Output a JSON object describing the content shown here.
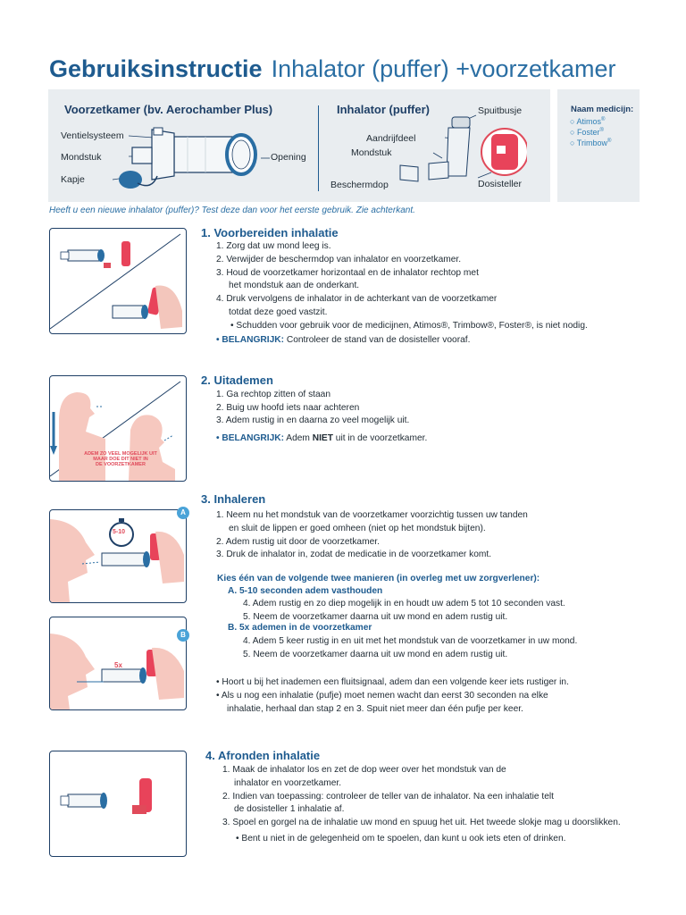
{
  "header": {
    "title_bold": "Gebruiksinstructie",
    "title_rest": "Inhalator (puffer) +voorzetkamer"
  },
  "legend": {
    "left_heading": "Voorzetkamer (bv. Aerochamber Plus)",
    "left_labels": [
      "Ventielsysteem",
      "Mondstuk",
      "Kapje",
      "Opening"
    ],
    "right_heading": "Inhalator (puffer)",
    "right_labels": [
      "Spuitbusje",
      "Aandrijfdeel",
      "Mondstuk",
      "Beschermdop",
      "Dosisteller"
    ],
    "med_title": "Naam medicijn:",
    "medicines": [
      "Atimos",
      "Foster",
      "Trimbow"
    ],
    "reg": "®"
  },
  "intro_note": "Heeft u een nieuwe inhalator (puffer)? Test deze dan voor het eerste gebruik. Zie achterkant.",
  "step1": {
    "title": "1. Voorbereiden inhalatie",
    "items": [
      "1.  Zorg dat uw mond leeg is.",
      "2.  Verwijder de beschermdop van inhalator en voorzetkamer.",
      "3.  Houd de voorzetkamer horizontaal en de inhalator rechtop met",
      "het mondstuk aan de onderkant.",
      "4.  Druk vervolgens de inhalator in de achterkant van de voorzetkamer",
      "totdat deze goed vastzit."
    ],
    "bullet": "Schudden voor gebruik voor de medicijnen, Atimos®, Trimbow®, Foster®, is niet nodig.",
    "important_label": "• BELANGRIJK:",
    "important_text": " Controleer de stand van de dosisteller vooraf."
  },
  "step2": {
    "title": "2. Uitademen",
    "items": [
      "1.   Ga rechtop zitten of staan",
      "2.   Buig uw hoofd iets naar achteren",
      "3.   Adem rustig in en daarna zo veel mogelijk uit."
    ],
    "important_label": "• BELANGRIJK:",
    "important_pre": " Adem ",
    "important_bold": "NIET",
    "important_post": " uit in de voorzetkamer.",
    "image_text": [
      "ADEM ZO VEEL MOGELIJK UIT",
      "MAAR DOE DIT NIET IN",
      "DE VOORZETKAMER"
    ]
  },
  "step3": {
    "title": "3. Inhaleren",
    "badge_a": "A",
    "badge_b": "B",
    "timer_label": "5-10",
    "times_label": "5x",
    "items": [
      "1.  Neem nu het mondstuk van de voorzetkamer voorzichtig tussen uw tanden",
      "en sluit de lippen er goed omheen (niet op het mondstuk bijten).",
      "2.  Adem rustig uit door de voorzetkamer.",
      "3.  Druk de inhalator in, zodat de medicatie in de voorzetkamer komt."
    ],
    "choice_heading": "Kies één van de volgende twee manieren (in overleg met uw zorgverlener):",
    "option_a": {
      "label": "A.   5-10 seconden adem vasthouden",
      "items": [
        "4.   Adem rustig en zo diep mogelijk in en houdt uw adem 5 tot 10 seconden vast.",
        "5.   Neem de voorzetkamer daarna uit uw mond en adem rustig uit."
      ]
    },
    "option_b": {
      "label": "B.   5x ademen in de voorzetkamer",
      "items": [
        "4.   Adem 5 keer rustig in en uit met het mondstuk van de voorzetkamer in uw mond.",
        "5.   Neem de voorzetkamer daarna uit uw mond en adem rustig uit."
      ]
    },
    "bullets": [
      "Hoort u bij het inademen een fluitsignaal, adem dan een volgende keer iets rustiger in.",
      "Als u nog een inhalatie (pufje) moet nemen wacht dan eerst 30 seconden na elke",
      "inhalatie, herhaal dan stap 2 en 3. Spuit niet meer dan één pufje per keer."
    ]
  },
  "step4": {
    "title": "4. Afronden inhalatie",
    "items": [
      "1.  Maak de inhalator los en zet de dop weer over het mondstuk van de",
      "inhalator en voorzetkamer.",
      "2.  Indien van toepassing: controleer de teller van de inhalator. Na een inhalatie telt",
      "de dosisteller 1 inhalatie af.",
      "3.  Spoel en gorgel na de inhalatie uw mond en spuug het uit. Het tweede slokje mag u doorslikken."
    ],
    "bullet": "Bent u niet in de gelegenheid om te spoelen, dan kunt u ook iets eten of drinken."
  },
  "colors": {
    "brand_blue": "#1e5b8f",
    "accent_light_blue": "#4aa3d8",
    "inhaler_pink": "#e8435a",
    "panel_gray": "#e9edf0"
  }
}
